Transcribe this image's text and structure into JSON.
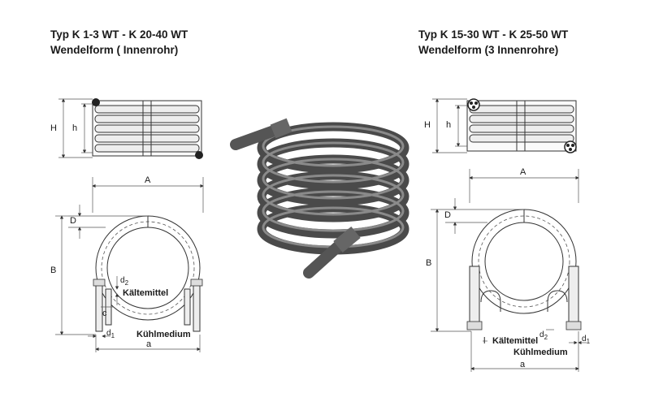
{
  "left": {
    "title_line1": "Typ K 1-3 WT - K 20-40 WT",
    "title_line2": "Wendelform ( Innenrohr)",
    "H": "H",
    "h": "h",
    "A": "A",
    "B": "B",
    "D": "D",
    "a": "a",
    "c": "c",
    "d2": "d",
    "d2_sub": "2",
    "d1": "d",
    "d1_sub": "1",
    "kaltemittel": "Kältemittel",
    "kuhlmedium": "Kühlmedium"
  },
  "right": {
    "title_line1": "Typ K 15-30 WT - K 25-50 WT",
    "title_line2": "Wendelform (3 Innenrohre)",
    "H": "H",
    "h": "h",
    "A": "A",
    "B": "B",
    "D": "D",
    "a": "a",
    "l": "l",
    "d2": "d",
    "d2_sub": "2",
    "d1": "d",
    "d1_sub": "1",
    "kaltemittel": "Kältemittel",
    "kuhlmedium": "Kühlmedium"
  },
  "colors": {
    "line": "#333333",
    "coil": "#5a5a5a"
  }
}
